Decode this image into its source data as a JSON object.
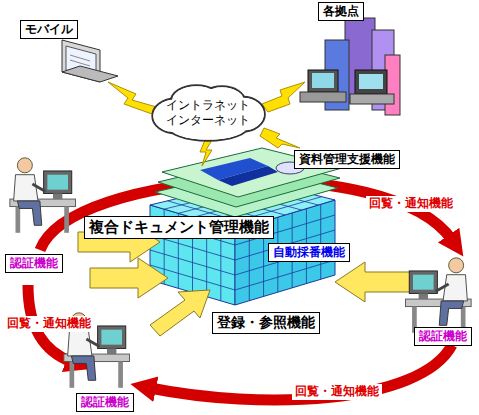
{
  "diagram": {
    "nodes": [
      {
        "text": [
          "モバイル"
        ]
      },
      {
        "text": [
          "各拠点"
        ]
      },
      {
        "text": [
          "イントラネット インターネット"
        ]
      },
      {
        "text": [
          "資料管理支援機能"
        ]
      },
      {
        "text": [
          "複合ドキュメント管理機能"
        ]
      },
      {
        "text": [
          "自動採番機能"
        ]
      },
      {
        "text": [
          "認証機能"
        ]
      },
      {
        "text": [
          "登録・参照機能"
        ]
      },
      {
        "text": [
          "認証機能"
        ]
      },
      {
        "text": [
          "認証機能"
        ]
      }
    ],
    "labels": [
      "回覧・通知機能",
      "回覧・通知機能",
      "回覧・通知機能"
    ]
  }
}
